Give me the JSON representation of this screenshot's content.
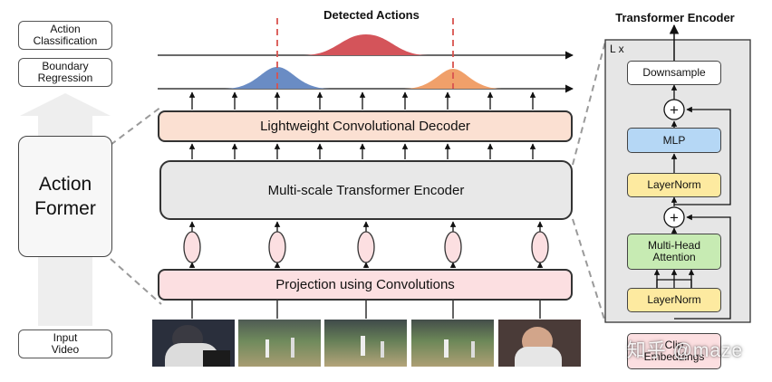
{
  "left_panel": {
    "labels": [
      "Action Classification",
      "Boundary Regression"
    ],
    "main_label_lines": [
      "Action",
      "Former"
    ],
    "input_label": "Input Video"
  },
  "center": {
    "title": "Detected Actions",
    "decoder_label": "Lightweight Convolutional Decoder",
    "encoder_label": "Multi-scale Transformer Encoder",
    "projection_label": "Projection using Convolutions"
  },
  "transformer": {
    "title": "Transformer Encoder",
    "repeat_label": "L x",
    "blocks": {
      "downsample": "Downsample",
      "mlp": "MLP",
      "layernorm_top": "LayerNorm",
      "attention": "Multi-Head Attention",
      "layernorm_bottom": "LayerNorm",
      "clip_embeddings": "Clip Embeddings"
    },
    "plus_symbol": "+"
  },
  "watermark": "知乎 @maze",
  "colors": {
    "decoder_fill": "#fbe0d2",
    "encoder_fill": "#e8e8e8",
    "projection_fill": "#fcdfe1",
    "token_fill": "#fcdfe1",
    "mlp_fill": "#b5d7f5",
    "layernorm_fill": "#fdeaa0",
    "attention_fill": "#c7ebb3",
    "clip_fill": "#fcdfe1",
    "panel_fill": "#e6e6e6",
    "red_peak": "#d4545a",
    "blue_peak": "#6a8cc4",
    "orange_peak": "#f0a06a",
    "dashed_line": "#d9534f"
  }
}
